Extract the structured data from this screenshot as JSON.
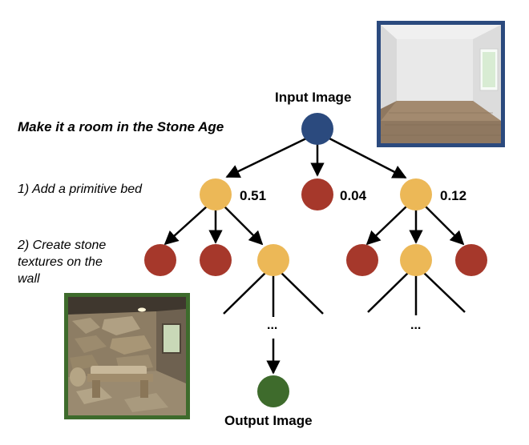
{
  "labels": {
    "input": "Input Image",
    "output": "Output Image",
    "instruction": "Make it a room in the Stone Age",
    "step1": "1) Add a primitive bed",
    "step2_line1": "2) Create stone",
    "step2_line2": "textures on the",
    "step2_line3": "wall",
    "score_left": "0.51",
    "score_mid": "0.04",
    "score_right": "0.12",
    "ellipsis_left": "...",
    "ellipsis_right": "..."
  },
  "colors": {
    "root": "#2b4a7e",
    "selected": "#ecb857",
    "rejected": "#a6382b",
    "output": "#3e6b2c",
    "input_frame": "#2b4a7e",
    "output_frame": "#3e6b2c",
    "edge": "#000000"
  },
  "nodes": [
    {
      "id": "root",
      "state": "root"
    },
    {
      "id": "l1-left",
      "state": "selected",
      "score": "0.51"
    },
    {
      "id": "l1-mid",
      "state": "rejected",
      "score": "0.04"
    },
    {
      "id": "l1-right",
      "state": "selected",
      "score": "0.12"
    },
    {
      "id": "l2-a",
      "state": "rejected"
    },
    {
      "id": "l2-b",
      "state": "rejected"
    },
    {
      "id": "l2-c",
      "state": "selected"
    },
    {
      "id": "l2-d",
      "state": "rejected"
    },
    {
      "id": "l2-e",
      "state": "selected"
    },
    {
      "id": "l2-f",
      "state": "rejected"
    },
    {
      "id": "output",
      "state": "output"
    }
  ],
  "images": {
    "input": "empty-room-photo",
    "output": "stone-age-room-photo"
  }
}
